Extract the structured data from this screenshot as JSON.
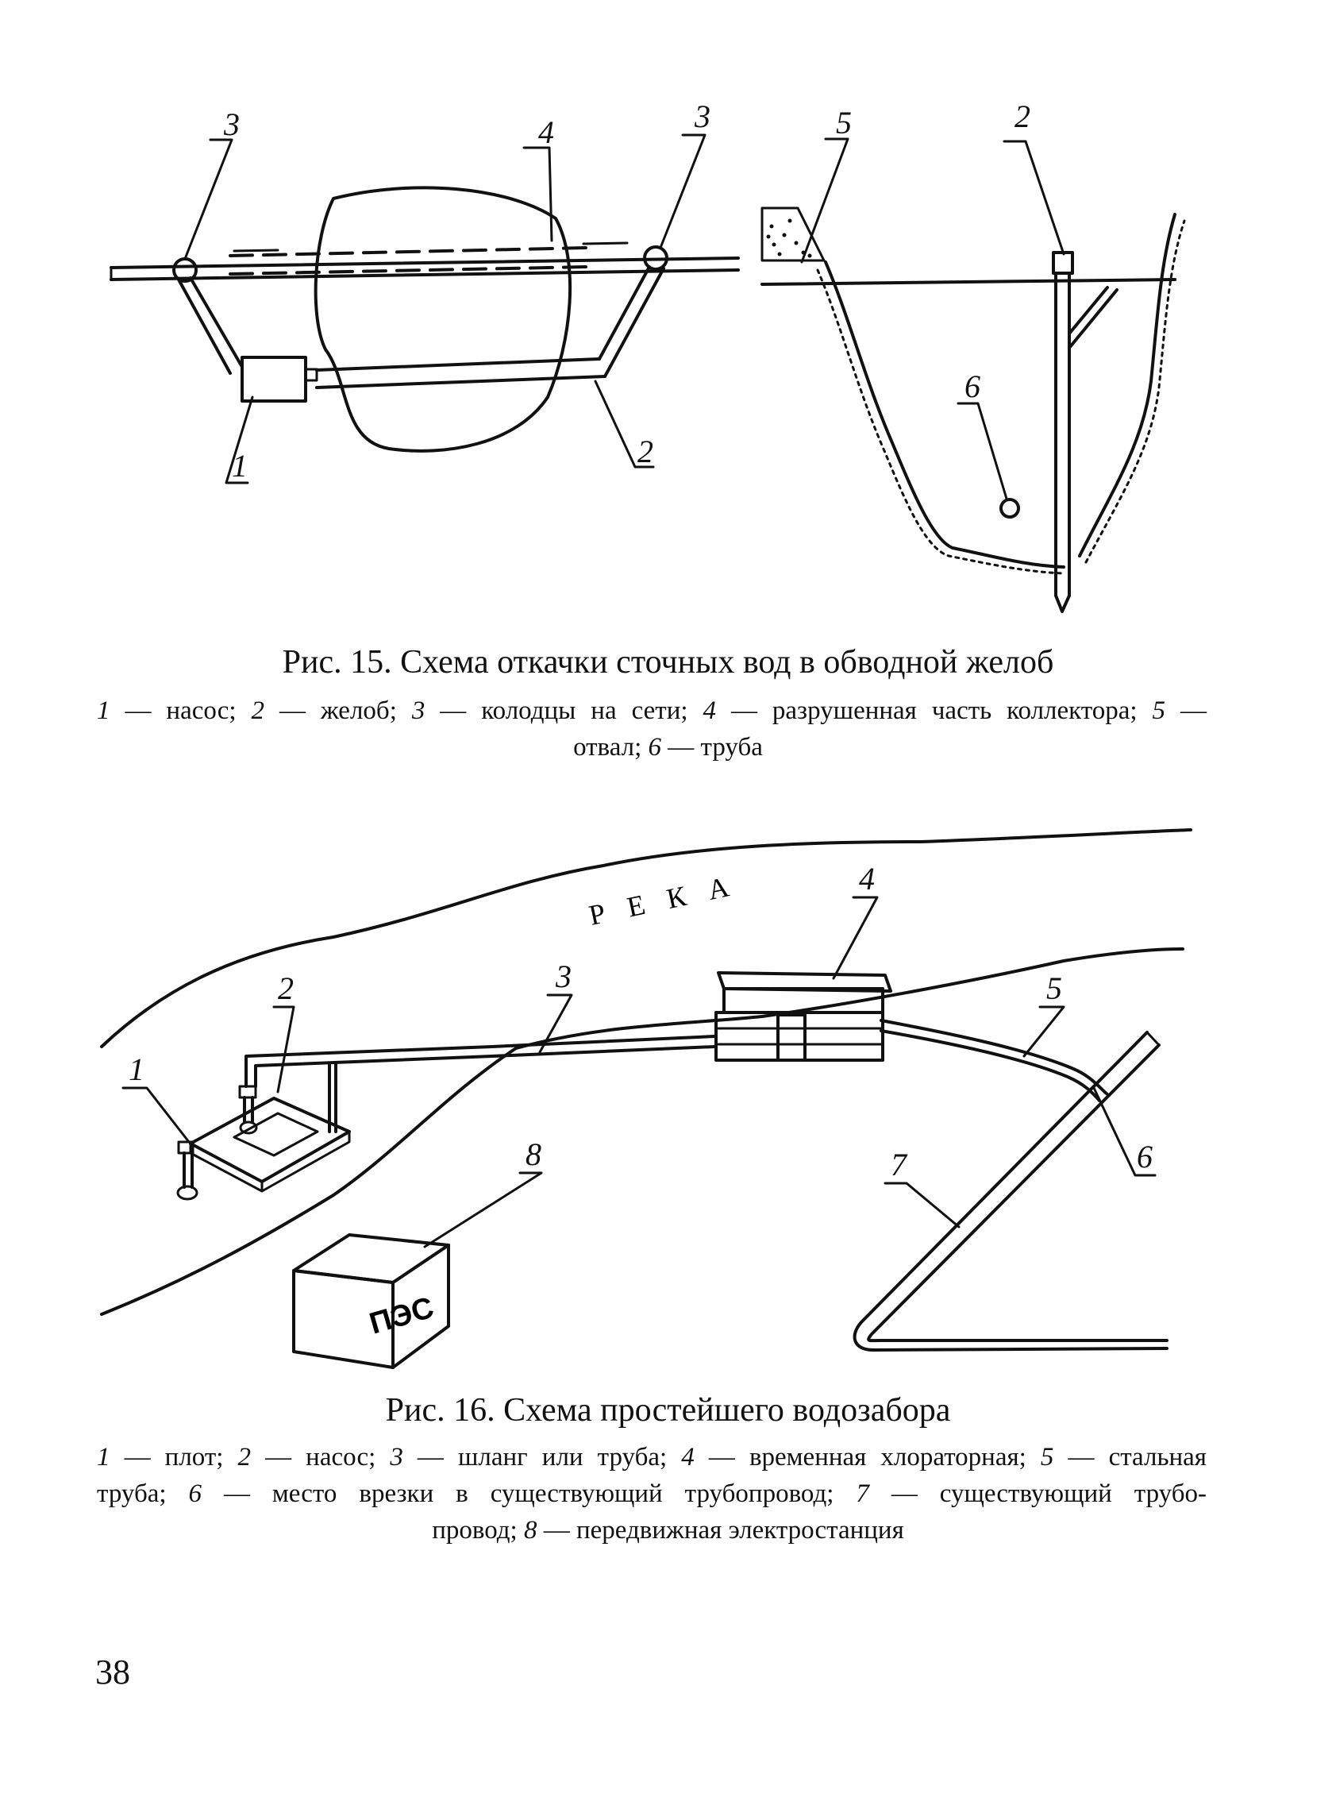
{
  "figure15": {
    "labels": {
      "well_left": "3",
      "collector": "4",
      "well_right": "3",
      "pump": "1",
      "chute": "2",
      "dump": "5",
      "chute_section": "2",
      "pipe": "6"
    },
    "title": "Рис. 15. Схема откачки сточных вод в обводной желоб",
    "legend": [
      {
        "num": "1",
        "text": " — насос; "
      },
      {
        "num": "2",
        "text": " — желоб; "
      },
      {
        "num": "3",
        "text": " — колодцы на сети; "
      },
      {
        "num": "4",
        "text": " — разрушенная часть коллектора; "
      },
      {
        "num": "5",
        "text": " —"
      },
      {
        "num": "",
        "text": "отвал; "
      },
      {
        "num": "6",
        "text": " — труба"
      }
    ]
  },
  "figure16": {
    "labels": {
      "river": "Р Е К А",
      "raft": "1",
      "pump": "2",
      "hose": "3",
      "chlorinator": "4",
      "steel_pipe": "5",
      "tie_in": "6",
      "existing_pipe": "7",
      "power_station": "8",
      "pes_sign": "ПЭС"
    },
    "title": "Рис. 16. Схема простейшего водозабора",
    "legend": [
      {
        "num": "1",
        "text": " — плот; "
      },
      {
        "num": "2",
        "text": " — насос; "
      },
      {
        "num": "3",
        "text": " — шланг или труба; "
      },
      {
        "num": "4",
        "text": " — временная хлораторная; "
      },
      {
        "num": "5",
        "text": " — стальная"
      },
      {
        "num": "",
        "text": "труба; "
      },
      {
        "num": "6",
        "text": " — место врезки в существующий трубопровод; "
      },
      {
        "num": "7",
        "text": " — существующий трубо-"
      },
      {
        "num": "",
        "text": "провод; "
      },
      {
        "num": "8",
        "text": " — передвижная электростанция"
      }
    ]
  },
  "page_number": "38"
}
